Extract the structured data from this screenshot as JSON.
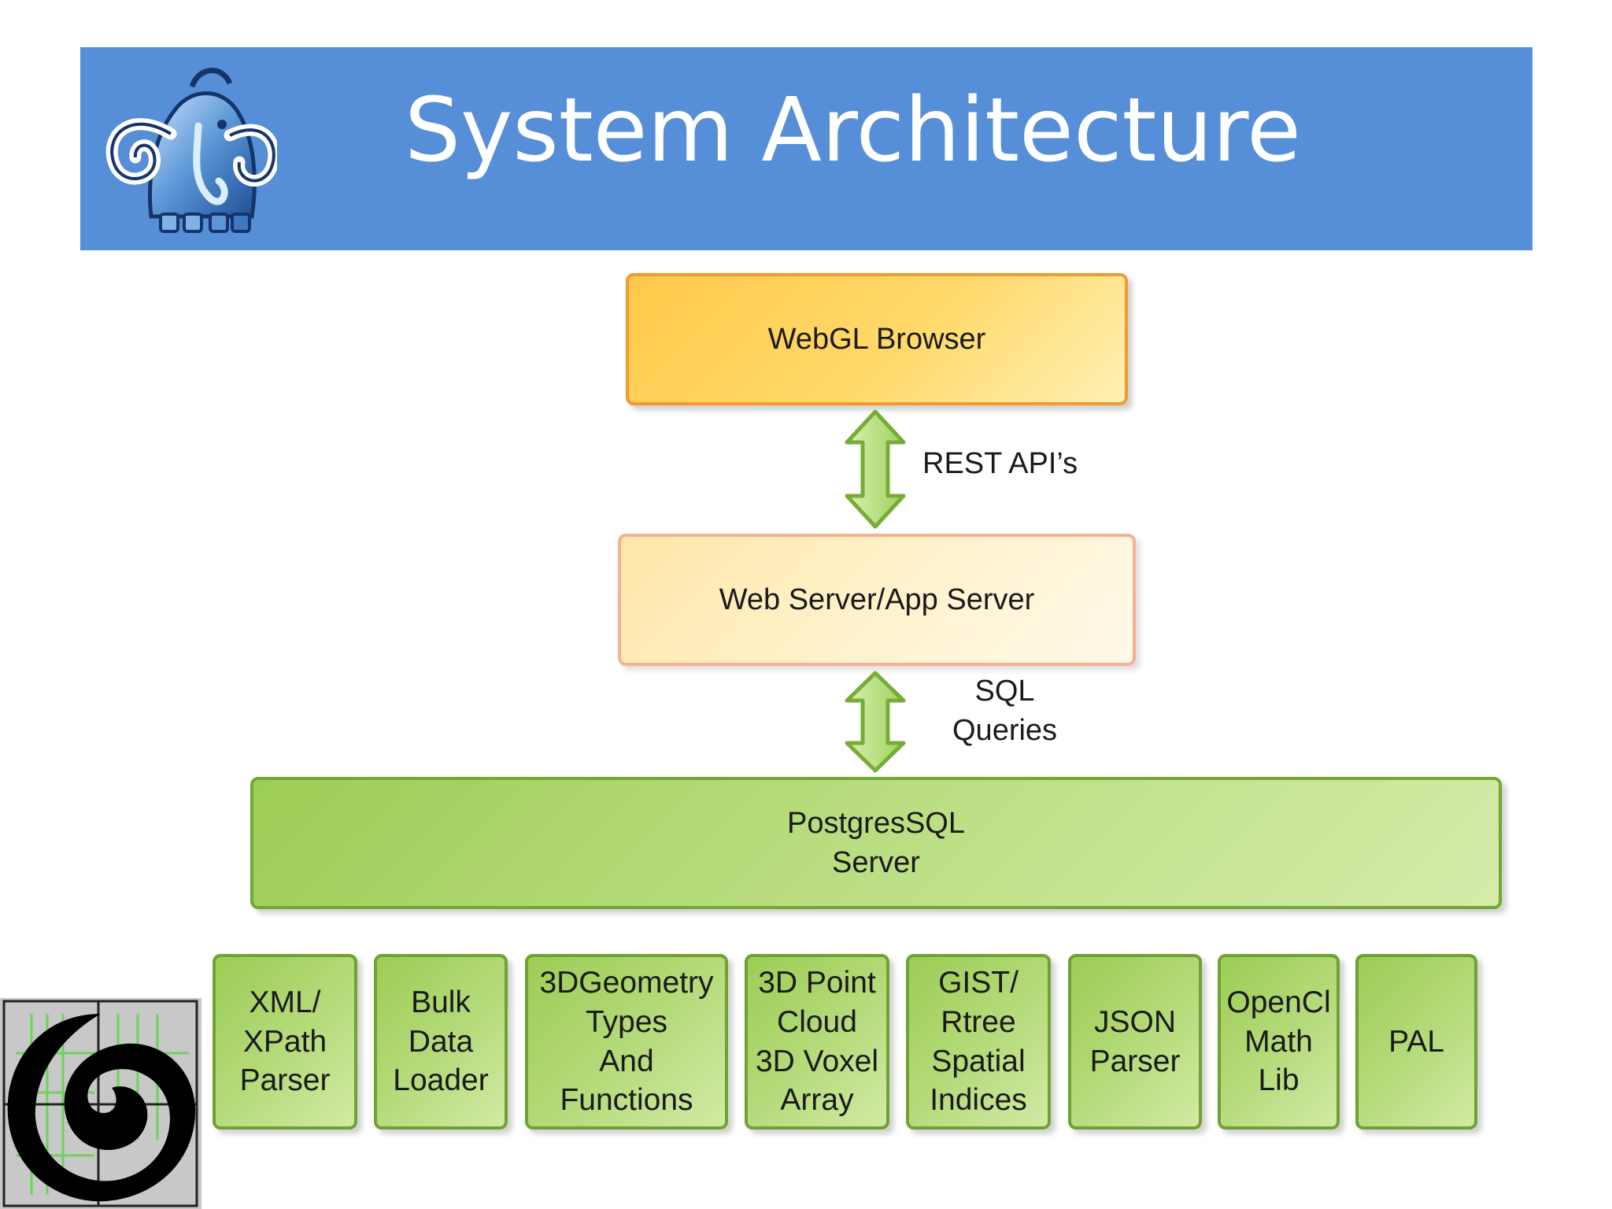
{
  "slide": {
    "title": "System Architecture"
  },
  "colors": {
    "banner": "#568fd8",
    "browser_fill": "#ffd25a",
    "browser_border": "#f29a2f",
    "appserver_fill": "#fff0c8",
    "appserver_border": "#f6b193",
    "green_fill": "#b0d872",
    "green_border": "#6ea332",
    "arrow_fill": "#b6df78",
    "arrow_stroke": "#77ad36"
  },
  "icons": {
    "header_logo": "mammoth-logo-icon",
    "corner_logo": "spiral-logo-icon"
  },
  "diagram": {
    "browser": "WebGL Browser",
    "rest_label": "REST API’s",
    "app_server": "Web Server/App Server",
    "sql_label": "SQL\nQueries",
    "db_server": "PostgresSQL\nServer",
    "modules": [
      "XML/\nXPath\nParser",
      "Bulk\nData\nLoader",
      "3DGeometry\nTypes\nAnd\nFunctions",
      "3D Point\nCloud\n3D Voxel\nArray",
      "GIST/\nRtree\nSpatial\nIndices",
      "JSON\nParser",
      "OpenCl\nMath\nLib",
      "PAL"
    ]
  }
}
